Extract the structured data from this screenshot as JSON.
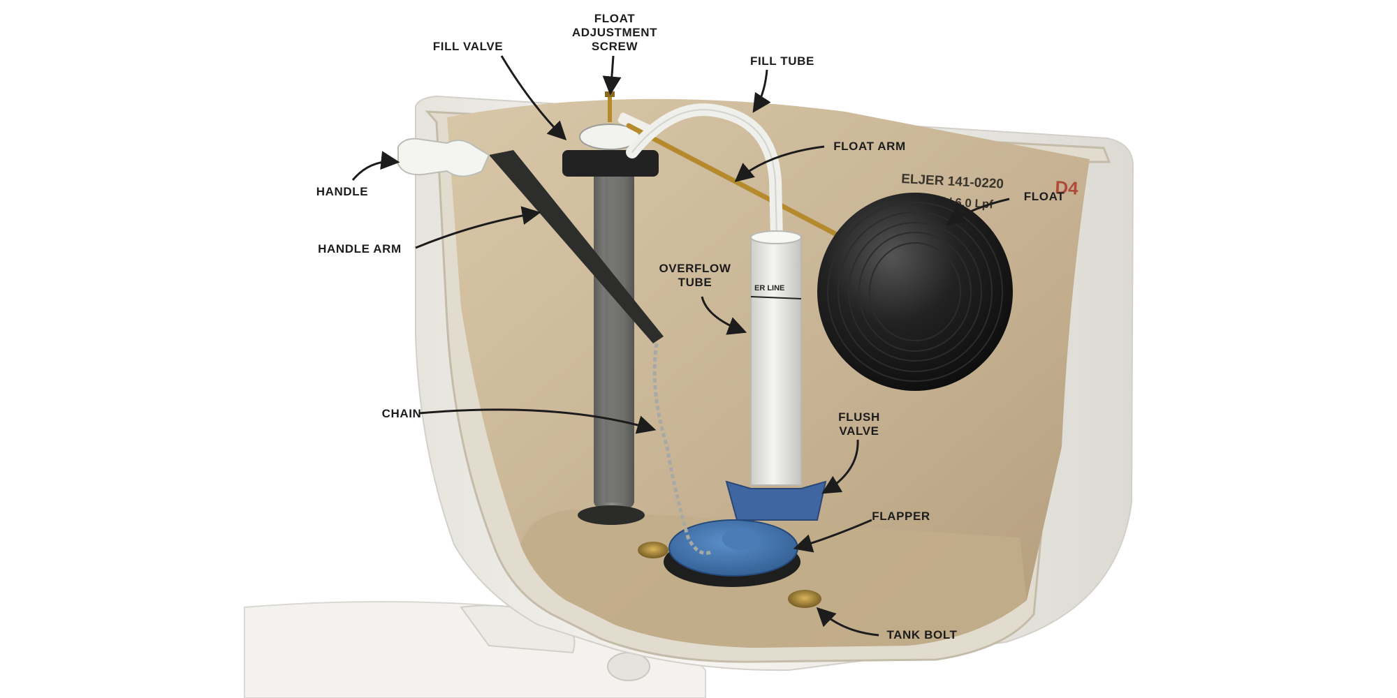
{
  "labels": {
    "float_adjustment_screw": [
      "FLOAT",
      "ADJUSTMENT",
      "SCREW"
    ],
    "fill_valve": "FILL VALVE",
    "fill_tube": "FILL TUBE",
    "handle": "HANDLE",
    "handle_arm": "HANDLE ARM",
    "float_arm": "FLOAT ARM",
    "float": "FLOAT",
    "overflow_tube": [
      "OVERFLOW",
      "TUBE"
    ],
    "chain": "CHAIN",
    "flush_valve": [
      "FLUSH",
      "VALVE"
    ],
    "flapper": "FLAPPER",
    "tank_bolt": "TANK BOLT"
  },
  "tank_markings": {
    "model": "ELJER 141-0220",
    "capacity": "1.6Gpf / 6.0 Lpf",
    "code": "D4",
    "water_line": "ER LINE"
  },
  "colors": {
    "tank_interior": "#c9b596",
    "porcelain": "#f2f0ea",
    "float_ball": "#1b1b1b",
    "flapper": "#3e6fa8",
    "fill_valve": "#7b7b78",
    "brass": "#b48a2c"
  }
}
